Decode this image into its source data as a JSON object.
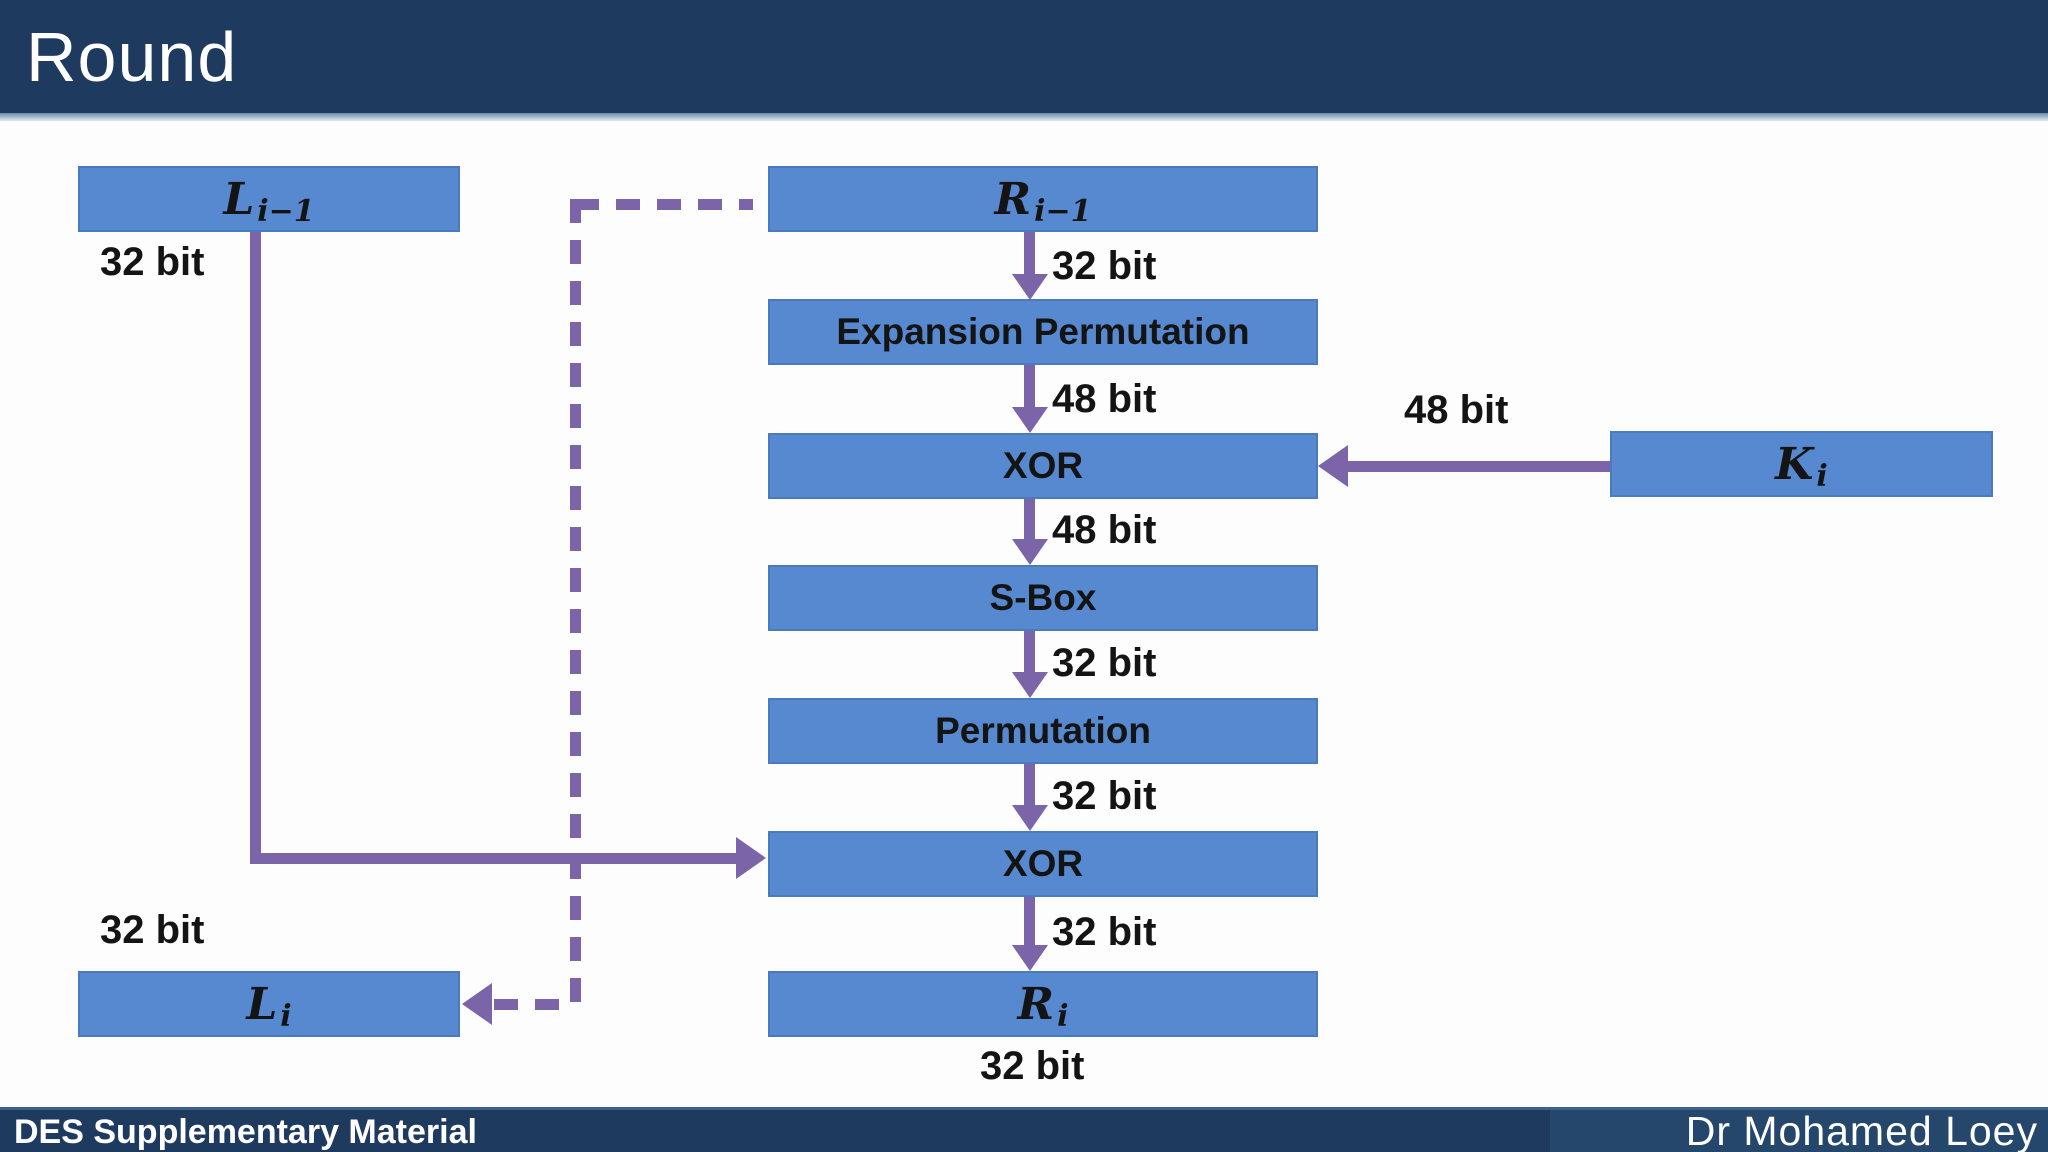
{
  "slide": {
    "title": "Round",
    "footer_left": "DES Supplementary Material",
    "footer_right": "Dr Mohamed Loey"
  },
  "colors": {
    "header_navy": "#1E3A5E",
    "footer_right_panel": "#25476C",
    "box_blue": "#5689D0",
    "arrow_purple": "#7C64A8",
    "label_black": "#141414"
  },
  "diagram": {
    "boxes": {
      "l_prev": {
        "base": "L",
        "sub": "i−1"
      },
      "r_prev": {
        "base": "R",
        "sub": "i−1"
      },
      "expansion": {
        "label": "Expansion Permutation"
      },
      "xor1": {
        "label": "XOR"
      },
      "sbox": {
        "label": "S-Box"
      },
      "permutation": {
        "label": "Permutation"
      },
      "xor2": {
        "label": "XOR"
      },
      "l_next": {
        "base": "L",
        "sub": "i"
      },
      "r_next": {
        "base": "R",
        "sub": "i"
      },
      "key": {
        "base": "K",
        "sub": "i"
      }
    },
    "bit_labels": {
      "l_prev_width": "32 bit",
      "r_prev_out": "32 bit",
      "expansion_out": "48 bit",
      "key_in": "48 bit",
      "xor1_out": "48 bit",
      "sbox_out": "32 bit",
      "permutation_out": "32 bit",
      "xor2_out": "32 bit",
      "l_next_width": "32 bit",
      "r_next_out": "32 bit"
    }
  }
}
